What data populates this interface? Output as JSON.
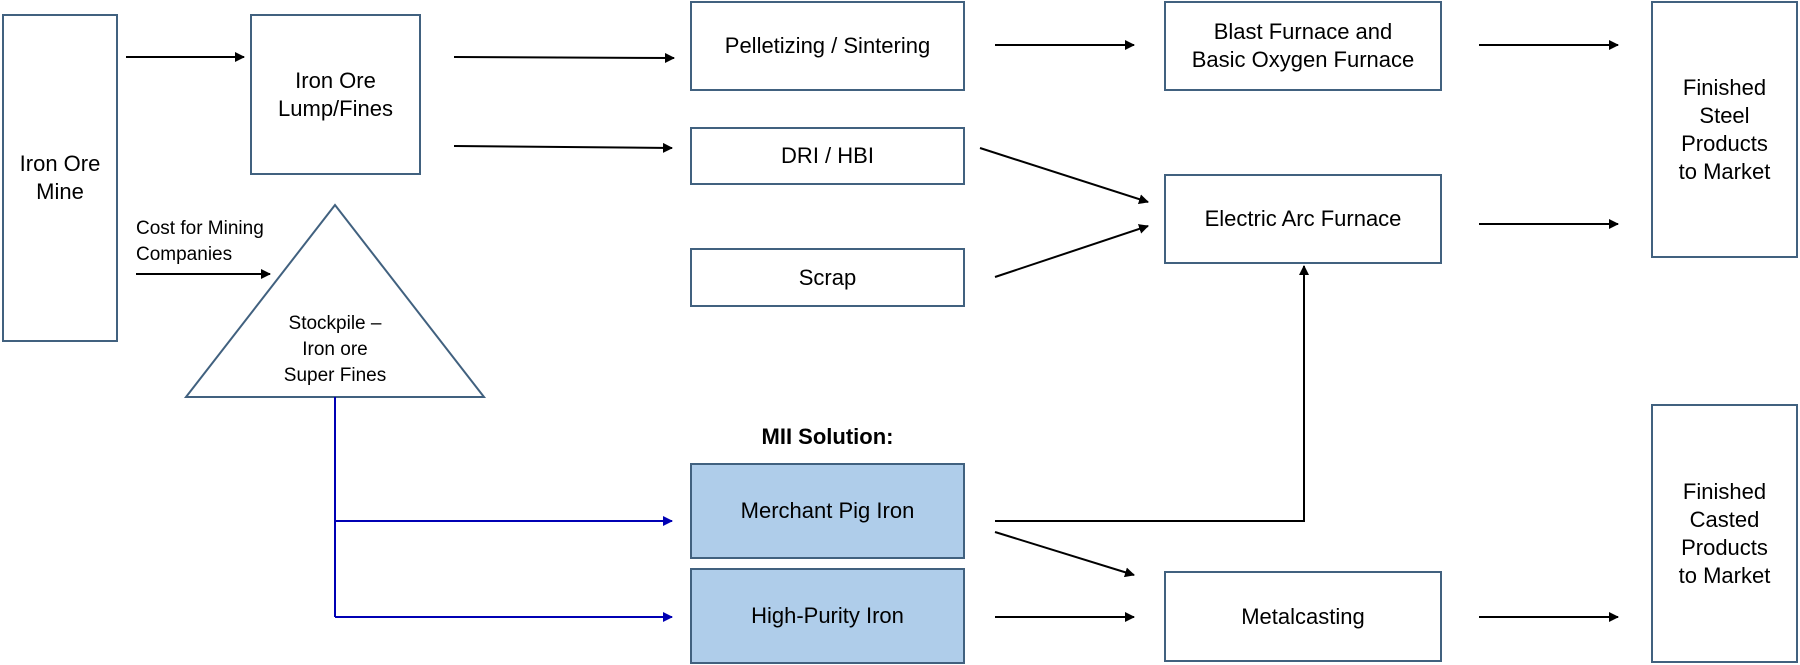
{
  "nodes": {
    "mine": "Iron Ore\nMine",
    "lump": "Iron Ore\nLump/Fines",
    "stockpile": "Stockpile –\nIron ore\nSuper Fines",
    "cost_note": "Cost for Mining\nCompanies",
    "pellet": "Pelletizing  / Sintering",
    "dri": "DRI / HBI",
    "scrap": "Scrap",
    "mii_heading": "MII Solution:",
    "pig_iron": "Merchant Pig Iron",
    "hpi": "High-Purity  Iron",
    "blast": "Blast Furnace  and\nBasic Oxygen Furnace",
    "eaf": "Electric Arc Furnace",
    "metalcasting": "Metalcasting",
    "steel_market": "Finished\nSteel\nProducts\nto Market",
    "casted_market": "Finished\nCasted\nProducts\nto Market"
  },
  "colors": {
    "box_border": "#41617f",
    "mii_fill": "#afcdea",
    "arrow": "#000000",
    "mii_arrow": "#0000b4"
  }
}
